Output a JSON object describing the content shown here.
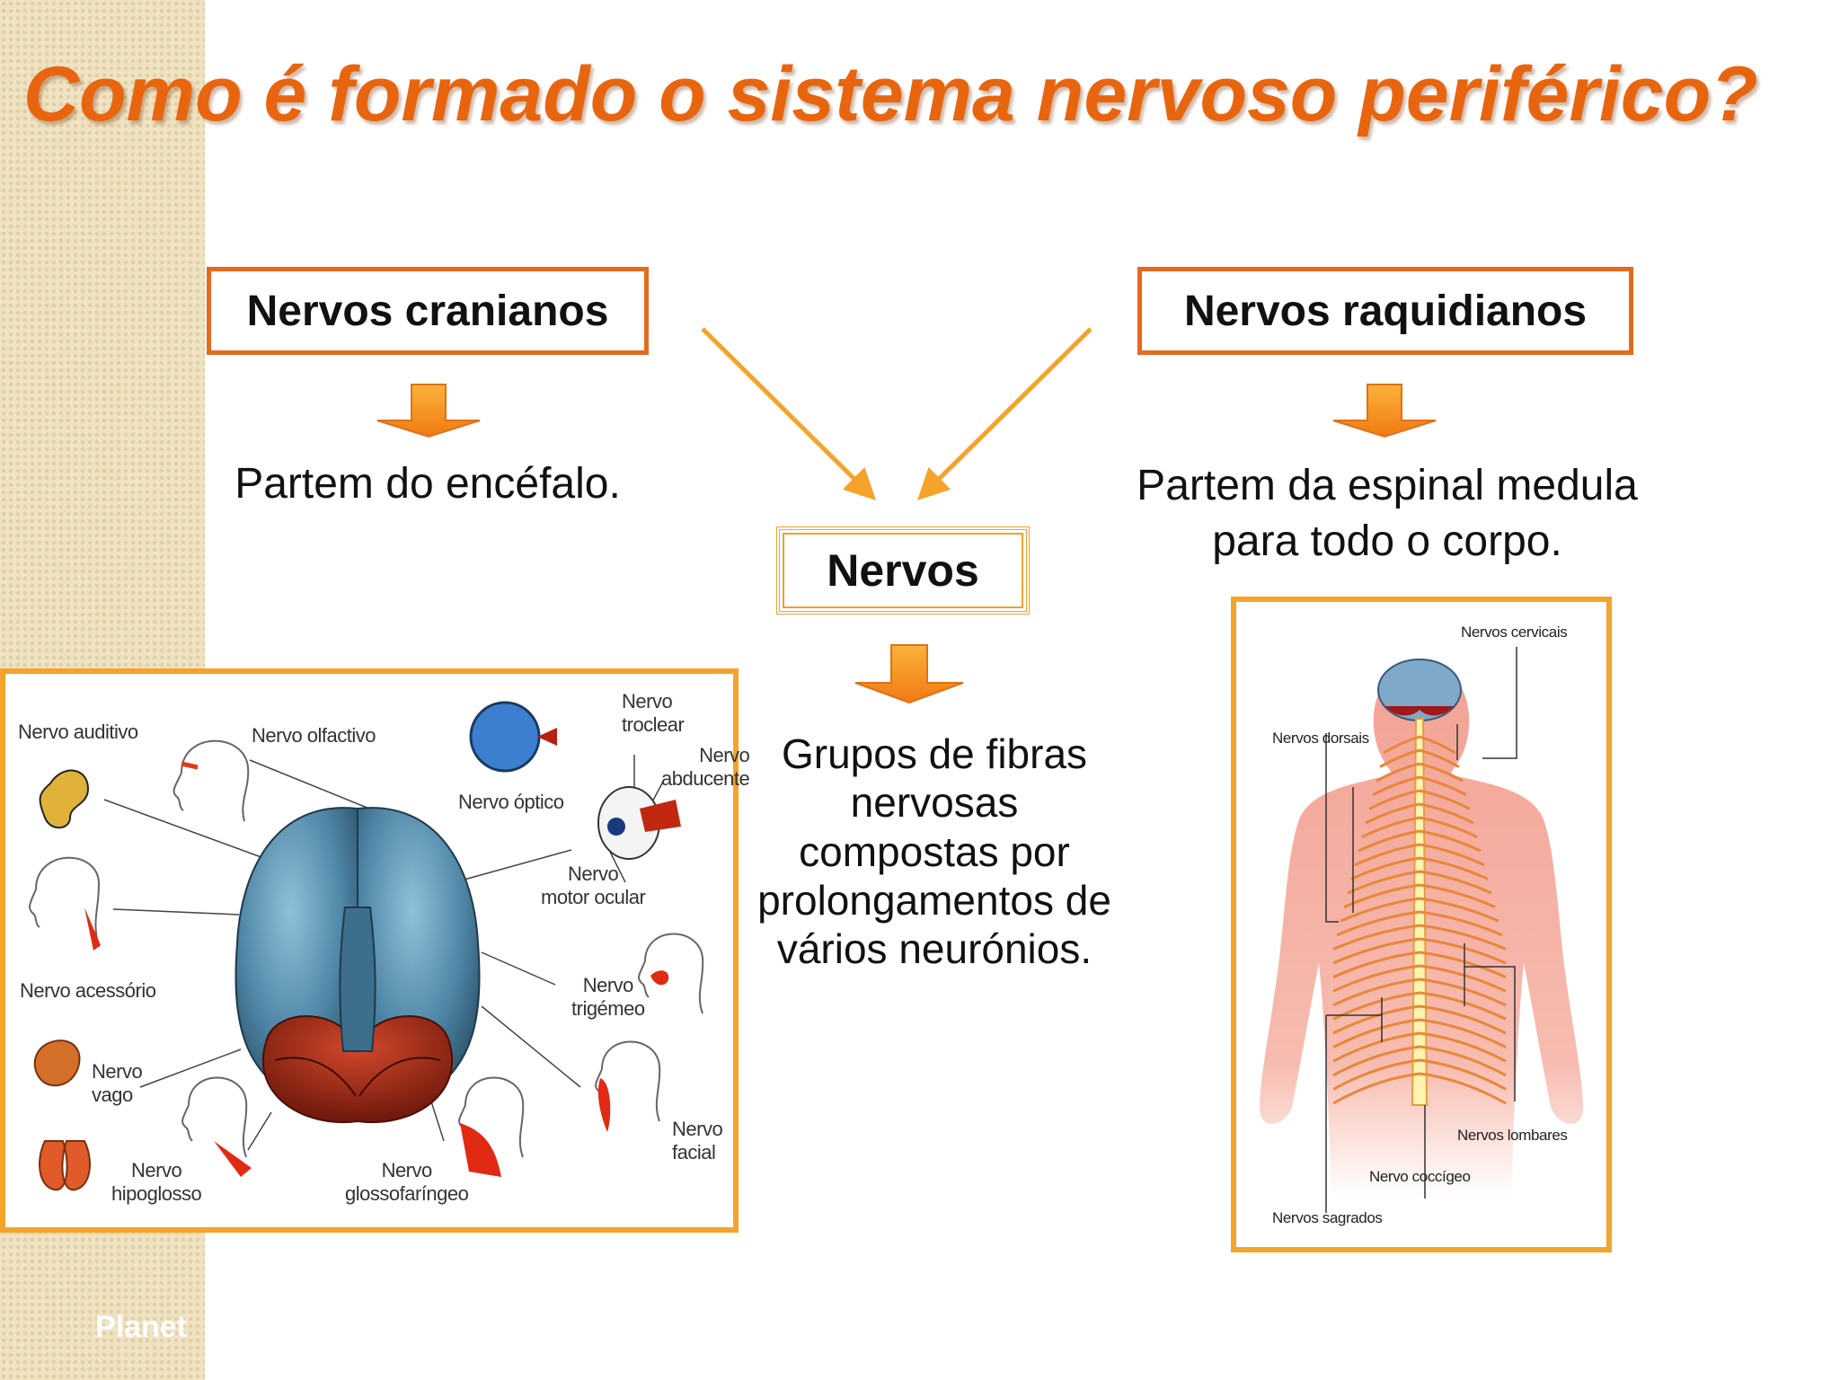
{
  "title": "Como é formado o sistema nervoso periférico?",
  "footer": "Planet",
  "cranianos": {
    "label": "Nervos cranianos",
    "description": "Partem do encéfalo."
  },
  "raquidianos": {
    "label": "Nervos raquidianos",
    "description_line1": "Partem da espinal medula",
    "description_line2": "para todo o corpo."
  },
  "nervos": {
    "label": "Nervos",
    "description_lines": [
      "Grupos de fibras",
      "nervosas",
      "compostas por",
      "prolongamentos de",
      "vários neurónios."
    ]
  },
  "brain_labels": {
    "auditivo": "Nervo auditivo",
    "olfactivo": "Nervo olfactivo",
    "troclear_1": "Nervo",
    "troclear_2": "troclear",
    "abducente_1": "Nervo",
    "abducente_2": "abducente",
    "optico": "Nervo óptico",
    "motor_1": "Nervo",
    "motor_2": "motor ocular",
    "acessorio": "Nervo acessório",
    "trigemeo_1": "Nervo",
    "trigemeo_2": "trigémeo",
    "vago_1": "Nervo",
    "vago_2": "vago",
    "facial_1": "Nervo",
    "facial_2": "facial",
    "hipoglosso_1": "Nervo",
    "hipoglosso_2": "hipoglosso",
    "glosso_1": "Nervo",
    "glosso_2": "glossofaríngeo"
  },
  "spine_labels": {
    "cervicais": "Nervos cervicais",
    "dorsais": "Nervos dorsais",
    "lombares": "Nervos lombares",
    "coccigeo": "Nervo coccígeo",
    "sagrados": "Nervos sagrados"
  },
  "colors": {
    "accent": "#e8650f",
    "border": "#e56a1e",
    "panel_border": "#f5a32a",
    "arrow": "#f5a32a"
  }
}
